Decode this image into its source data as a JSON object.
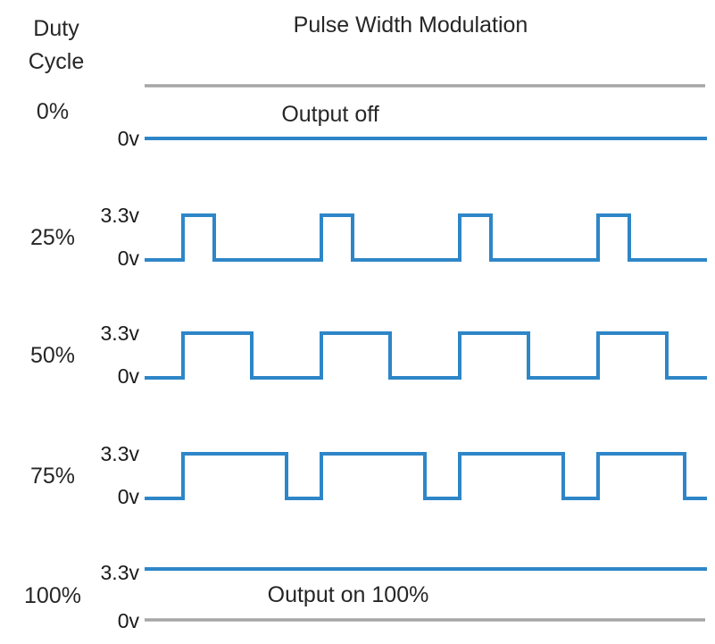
{
  "header": {
    "duty_cycle_line1": "Duty",
    "duty_cycle_line2": "Cycle",
    "title": "Pulse Width Modulation"
  },
  "colors": {
    "signal_blue": "#2E86C8",
    "reference_gray": "#A6A6A6",
    "text": "#262626",
    "background": "#FFFFFF"
  },
  "axis_labels": {
    "high": "3.3v",
    "low": "0v"
  },
  "rows": [
    {
      "duty_label": "0%",
      "high_label": "",
      "low_label": "0v",
      "note": "Output off",
      "note_visible": true
    },
    {
      "duty_label": "25%",
      "high_label": "3.3v",
      "low_label": "0v",
      "note": "",
      "note_visible": false
    },
    {
      "duty_label": "50%",
      "high_label": "3.3v",
      "low_label": "0v",
      "note": "",
      "note_visible": false
    },
    {
      "duty_label": "75%",
      "high_label": "3.3v",
      "low_label": "0v",
      "note": "",
      "note_visible": false
    },
    {
      "duty_label": "100%",
      "high_label": "3.3v",
      "low_label": "0v",
      "note": "Output on 100%",
      "note_visible": true
    }
  ],
  "chart_data": {
    "type": "line",
    "title": "Pulse Width Modulation",
    "xlabel": "",
    "ylabel": "Duty Cycle",
    "ylim": [
      0,
      3.3
    ],
    "grid": false,
    "legend": "none",
    "voltage_high": 3.3,
    "voltage_low": 0,
    "voltage_high_label": "3.3v",
    "voltage_low_label": "0v",
    "periods_shown": 4,
    "series": [
      {
        "name": "0%",
        "duty_percent": 0,
        "annotation": "Output off",
        "has_reference_line": true,
        "reference_line_level": "3.3v",
        "signal_level": "0v",
        "values": [
          0,
          0,
          0,
          0,
          0,
          0,
          0,
          0
        ]
      },
      {
        "name": "25%",
        "duty_percent": 25,
        "annotation": "",
        "has_reference_line": false,
        "values": [
          0,
          3.3,
          0,
          0,
          0,
          3.3,
          0,
          0,
          0,
          3.3,
          0,
          0,
          0,
          3.3,
          0,
          0
        ]
      },
      {
        "name": "50%",
        "duty_percent": 50,
        "annotation": "",
        "has_reference_line": false,
        "values": [
          0,
          3.3,
          3.3,
          0,
          0,
          3.3,
          3.3,
          0,
          0,
          3.3,
          3.3,
          0,
          0,
          3.3,
          3.3,
          0
        ]
      },
      {
        "name": "75%",
        "duty_percent": 75,
        "annotation": "",
        "has_reference_line": false,
        "values": [
          0,
          3.3,
          3.3,
          3.3,
          0,
          3.3,
          3.3,
          3.3,
          0,
          3.3,
          3.3,
          3.3,
          0,
          3.3,
          3.3,
          3.3,
          0
        ]
      },
      {
        "name": "100%",
        "duty_percent": 100,
        "annotation": "Output on 100%",
        "has_reference_line": true,
        "reference_line_level": "0v",
        "signal_level": "3.3v",
        "values": [
          3.3,
          3.3,
          3.3,
          3.3,
          3.3,
          3.3,
          3.3,
          3.3
        ]
      }
    ]
  }
}
